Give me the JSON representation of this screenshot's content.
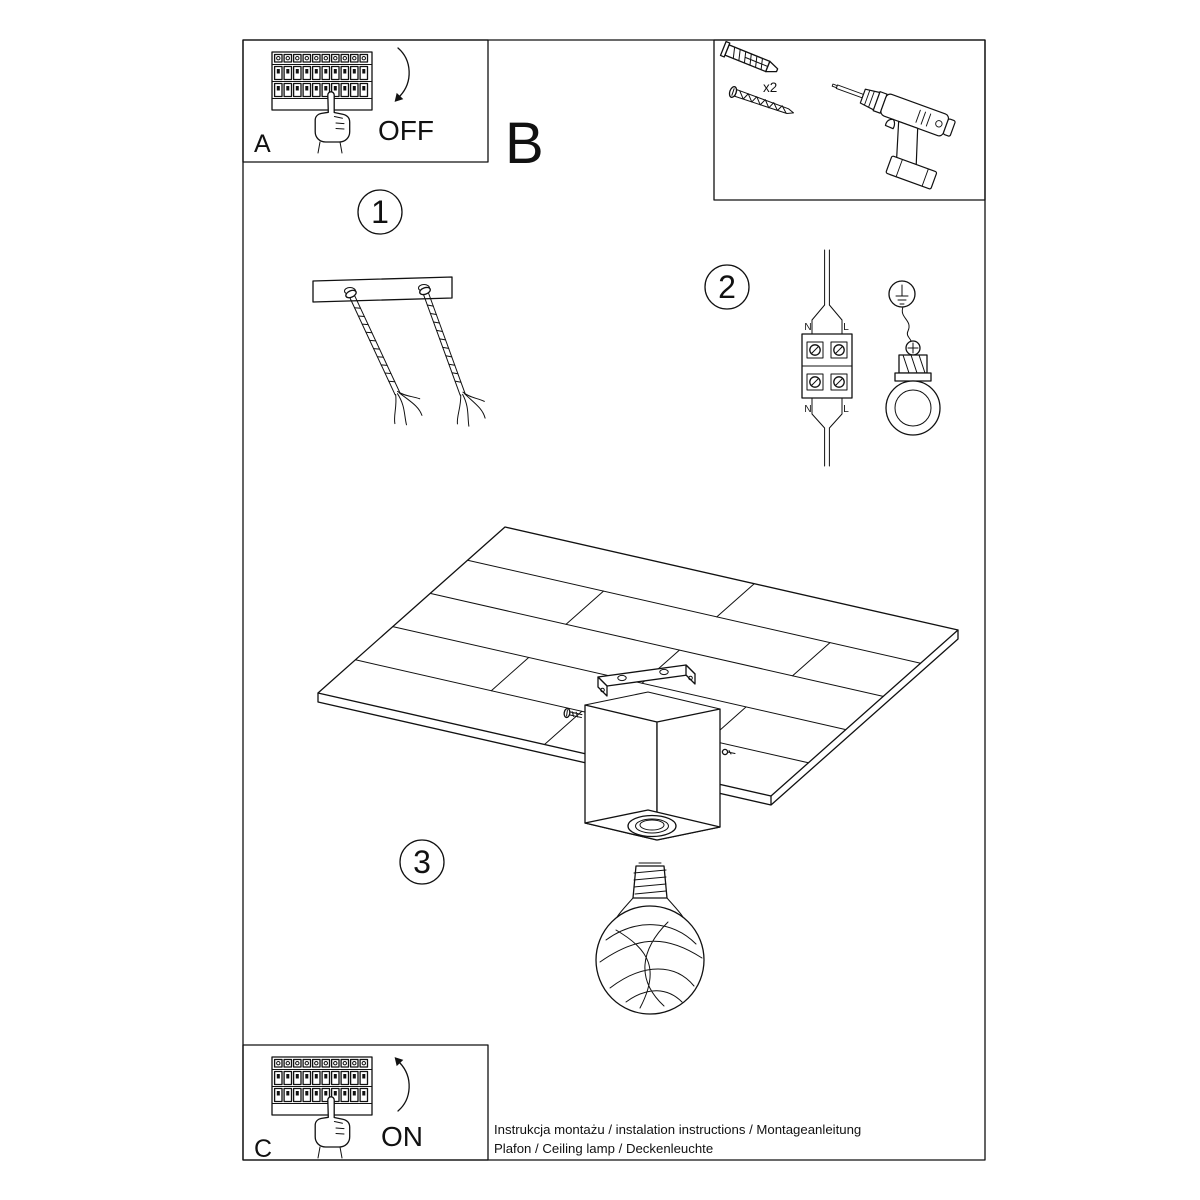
{
  "document": {
    "footer_line1": "Instrukcja montażu / instalation instructions / Montageanleitung",
    "footer_line2": "Plafon / Ceiling lamp / Deckenleuchte"
  },
  "sections": {
    "a": "A",
    "b": "B",
    "c": "C"
  },
  "steps": {
    "one": "1",
    "two": "2",
    "three": "3"
  },
  "switch_labels": {
    "off": "OFF",
    "on": "ON"
  },
  "hardware": {
    "anchor_count": "x2"
  },
  "wiring_labels": {
    "n_top": "N",
    "l_top": "L",
    "n_bottom": "N",
    "l_bottom": "L"
  },
  "colors": {
    "ink": "#111111",
    "paper": "#ffffff"
  }
}
